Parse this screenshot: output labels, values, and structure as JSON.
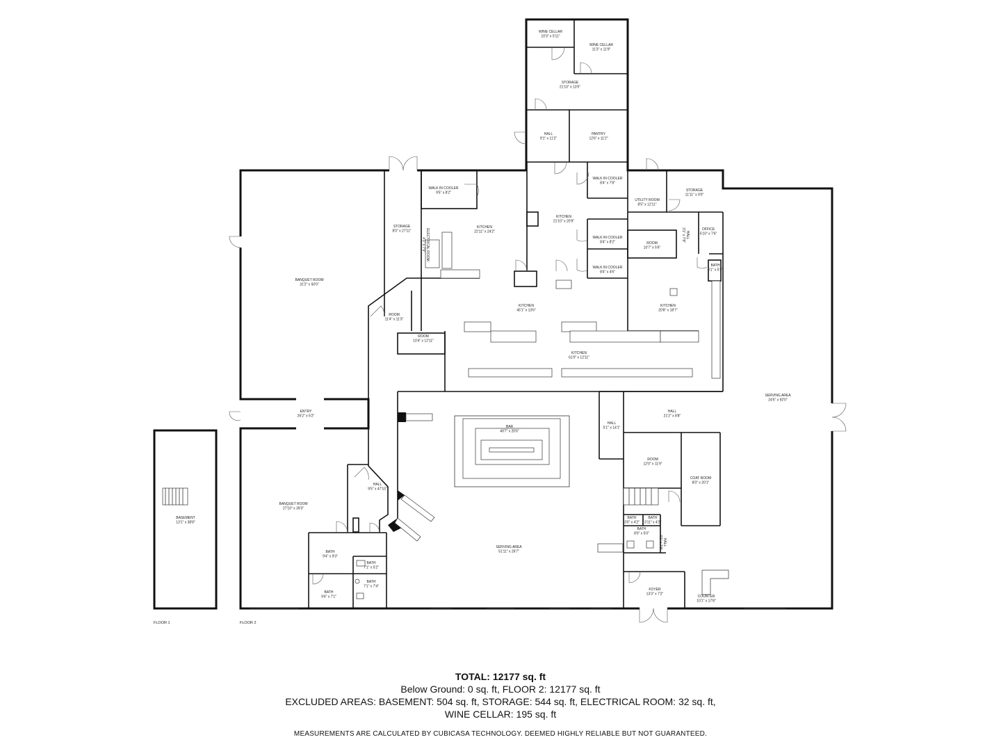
{
  "rooms": [
    {
      "id": "wine-cellar-1",
      "name": "WINE CELLAR",
      "dims": "10'3\" x 5'11\""
    },
    {
      "id": "wine-cellar-2",
      "name": "WINE CELLAR",
      "dims": "11'3\" x 11'9\""
    },
    {
      "id": "storage-top",
      "name": "STORAGE",
      "dims": "21'10\" x 13'5\""
    },
    {
      "id": "hall-top",
      "name": "HALL",
      "dims": "9'1\" x 11'2\""
    },
    {
      "id": "pantry",
      "name": "PANTRY",
      "dims": "12'6\" x 11'2\""
    },
    {
      "id": "walk-in-cooler-1",
      "name": "WALK IN COOLER",
      "dims": "9'5\" x 8'2\""
    },
    {
      "id": "walk-in-cooler-2",
      "name": "WALK IN COOLER",
      "dims": "8'4\" x 7'8\""
    },
    {
      "id": "utility-room",
      "name": "UTILITY ROOM",
      "dims": "8'5\" x 12'11\""
    },
    {
      "id": "storage-right",
      "name": "STORAGE",
      "dims": "11'11\" x 9'0\""
    },
    {
      "id": "storage-left",
      "name": "STORAGE",
      "dims": "8'0\" x 27'11\""
    },
    {
      "id": "kitchen-1",
      "name": "KITCHEN",
      "dims": "22'11\" x 24'2\""
    },
    {
      "id": "kitchen-2",
      "name": "KITCHEN",
      "dims": "21'10\" x 20'9\""
    },
    {
      "id": "office",
      "name": "OFFICE",
      "dims": "5'10\" x 7'6\""
    },
    {
      "id": "walk-in-cooler-3",
      "name": "WALK IN COOLER",
      "dims": "8'4\" x 8'2\""
    },
    {
      "id": "room-small",
      "name": "ROOM",
      "dims": "10'7\" x 5'6\""
    },
    {
      "id": "walk-in-cooler-4",
      "name": "WALK IN COOLER",
      "dims": "8'4\" x 4'6\""
    },
    {
      "id": "bath-top",
      "name": "BATH",
      "dims": "5'1\" x 5'3\""
    },
    {
      "id": "banquet-room-1",
      "name": "BANQUET ROOM",
      "dims": "31'2\" x 50'0\""
    },
    {
      "id": "kitchen-3",
      "name": "KITCHEN",
      "dims": "45'1\" x 13'6\""
    },
    {
      "id": "kitchen-4",
      "name": "KITCHEN",
      "dims": "20'8\" x 18'7\""
    },
    {
      "id": "room-angled",
      "name": "ROOM",
      "dims": "11'4\" x 11'3\""
    },
    {
      "id": "room-mid",
      "name": "ROOM",
      "dims": "10'4\" x 12'11\""
    },
    {
      "id": "kitchen-5",
      "name": "KITCHEN",
      "dims": "61'0\" x 12'11\""
    },
    {
      "id": "serving-area-right",
      "name": "SERVING AREA",
      "dims": "24'5\" x 92'0\""
    },
    {
      "id": "entry",
      "name": "ENTRY",
      "dims": "26'2\" x 6'2\""
    },
    {
      "id": "hall-narrow",
      "name": "HALL",
      "dims": "5'1\" x 14'1\""
    },
    {
      "id": "hall-wide",
      "name": "HALL",
      "dims": "21'2\" x 8'8\""
    },
    {
      "id": "bar",
      "name": "BAR",
      "dims": "49'7\" x 20'6\""
    },
    {
      "id": "room-lower",
      "name": "ROOM",
      "dims": "12'0\" x 11'9\""
    },
    {
      "id": "coat-room",
      "name": "COAT ROOM",
      "dims": "8'0\" x 20'1\""
    },
    {
      "id": "basement",
      "name": "BASEMENT",
      "dims": "13'1\" x 38'8\""
    },
    {
      "id": "banquet-room-2",
      "name": "BANQUET ROOM",
      "dims": "27'10\" x 39'3\""
    },
    {
      "id": "hall-left",
      "name": "HALL",
      "dims": "9'5\" x 47'10\""
    },
    {
      "id": "bath-a",
      "name": "BATH",
      "dims": "3'0\" x 4'2\""
    },
    {
      "id": "bath-b",
      "name": "BATH",
      "dims": "3'11\" x 4'2\""
    },
    {
      "id": "bath-c",
      "name": "BATH",
      "dims": "8'0\" x 5'0\""
    },
    {
      "id": "serving-area-main",
      "name": "SERVING AREA",
      "dims": "51'11\" x 26'7\""
    },
    {
      "id": "bath-d",
      "name": "BATH",
      "dims": "9'4\" x 9'3\""
    },
    {
      "id": "bath-e",
      "name": "BATH",
      "dims": "7'1\" x 5'2\""
    },
    {
      "id": "bath-f",
      "name": "BATH",
      "dims": "7'1\" x 7'4\""
    },
    {
      "id": "bath-g",
      "name": "BATH",
      "dims": "9'4\" x 7'1\""
    },
    {
      "id": "foyer",
      "name": "FOYER",
      "dims": "13'3\" x 7'2\""
    },
    {
      "id": "counter",
      "name": "COUNTER",
      "dims": "10'1\" x 17'8\""
    }
  ],
  "vertical_labels": {
    "electrical_room": "ELECTRICAL ROOM",
    "electrical_dims": "4'1\" x 7'9\"",
    "hall_a": "HALL",
    "hall_a_dims": "3'1\" x 7'8\"",
    "hall_b": "HALL",
    "hall_b_dims": "3'1\" x 7'8\""
  },
  "floor_labels": {
    "floor1": "FLOOR 1",
    "floor2": "FLOOR 2"
  },
  "summary": {
    "total": "TOTAL: 12177 sq. ft",
    "line1": "Below Ground: 0 sq. ft, FLOOR 2: 12177 sq. ft",
    "line2": "EXCLUDED AREAS: BASEMENT: 504 sq. ft, STORAGE: 544 sq. ft, ELECTRICAL ROOM: 32 sq. ft,",
    "line3": "WINE CELLAR: 195 sq. ft",
    "disclaimer": "MEASUREMENTS ARE CALCULATED BY CUBICASA TECHNOLOGY. DEEMED HIGHLY RELIABLE BUT NOT GUARANTEED."
  }
}
